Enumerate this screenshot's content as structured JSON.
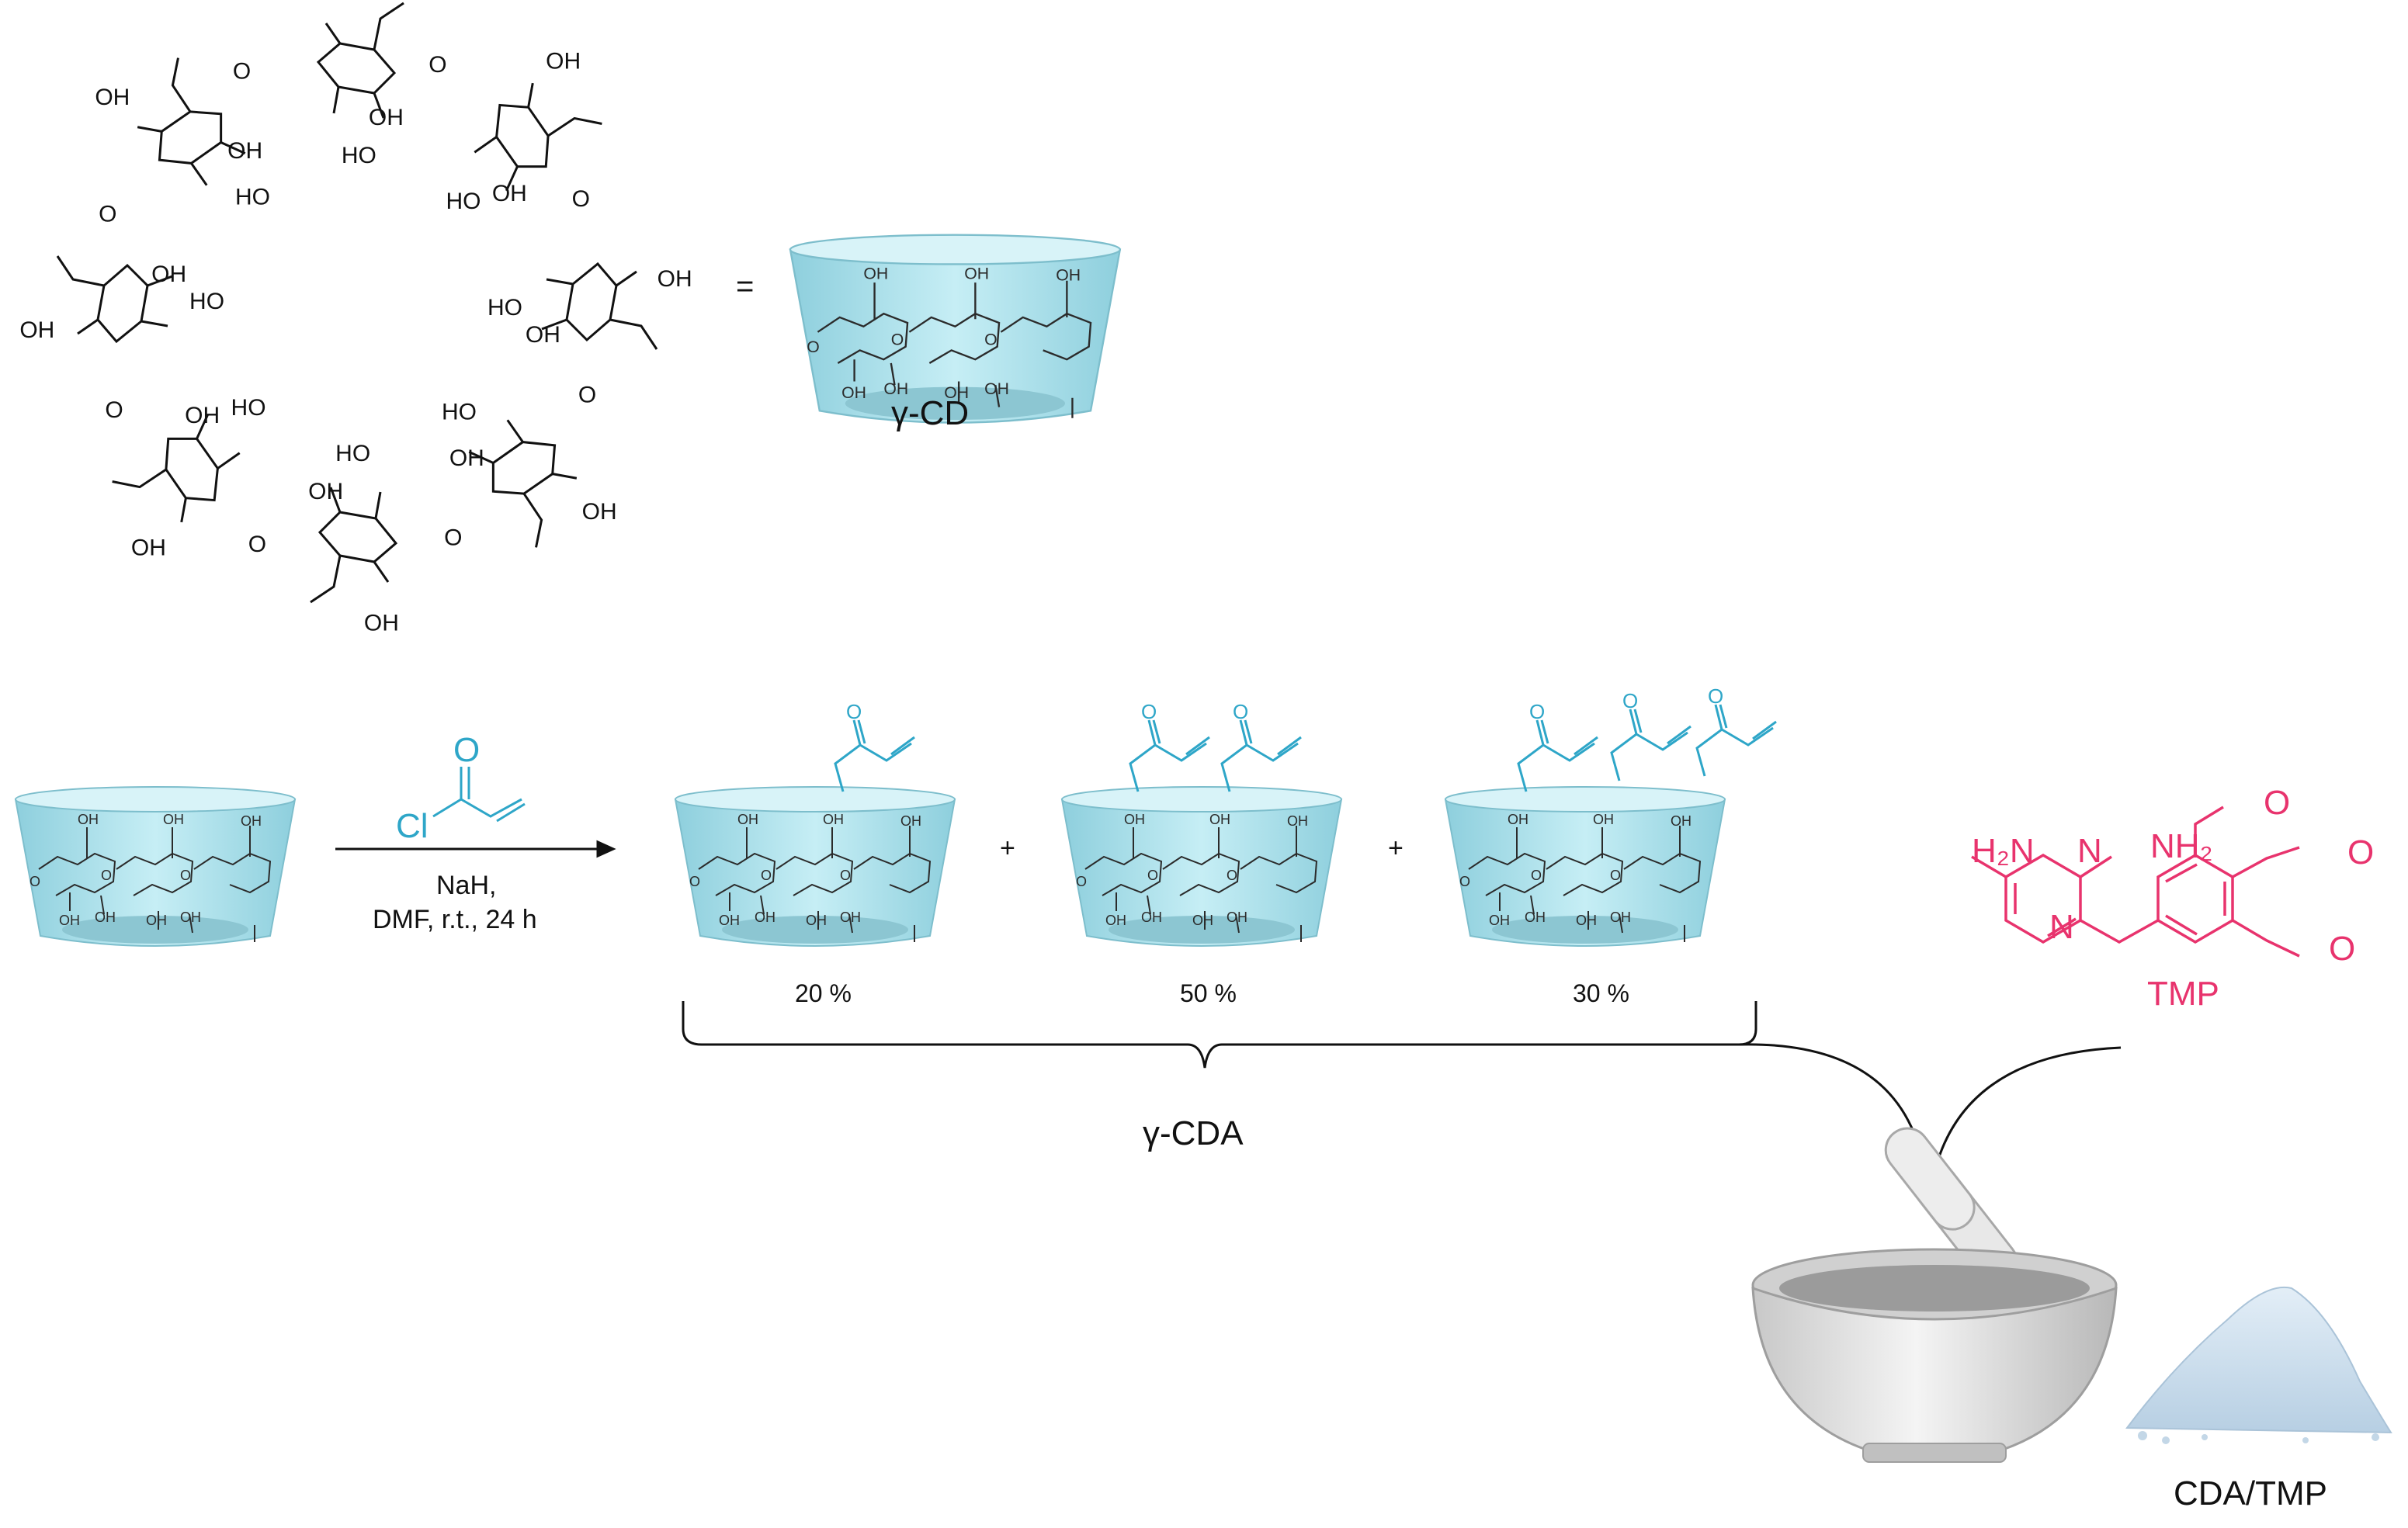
{
  "labels": {
    "gamma_cd": "γ-CD",
    "equals": "=",
    "reagent_cl": "Cl",
    "reagent_o": "O",
    "conditions_line1": "NaH,",
    "conditions_line2": "DMF,  r.t.,  24 h",
    "plus": "+",
    "pct_mono": "20 %",
    "pct_di": "50 %",
    "pct_tri": "30 %",
    "gamma_cda": "γ-CDA",
    "tmp": "TMP",
    "tmp_h2n": "H₂N",
    "tmp_nh2": "NH₂",
    "tmp_n": "N",
    "cda_tmp": "CDA/TMP",
    "ring_ho": "HO",
    "ring_oh": "OH",
    "ring_o": "O"
  },
  "colors": {
    "cyclodextrin_fill": "#a9dde8",
    "cyclodextrin_top": "#c9ecf3",
    "cavity": "#8cc6d2",
    "acryloyl": "#2ea6c8",
    "tmp": "#e8336d",
    "mortar": "#e2e2e2",
    "powder": "#cfe0ee"
  }
}
